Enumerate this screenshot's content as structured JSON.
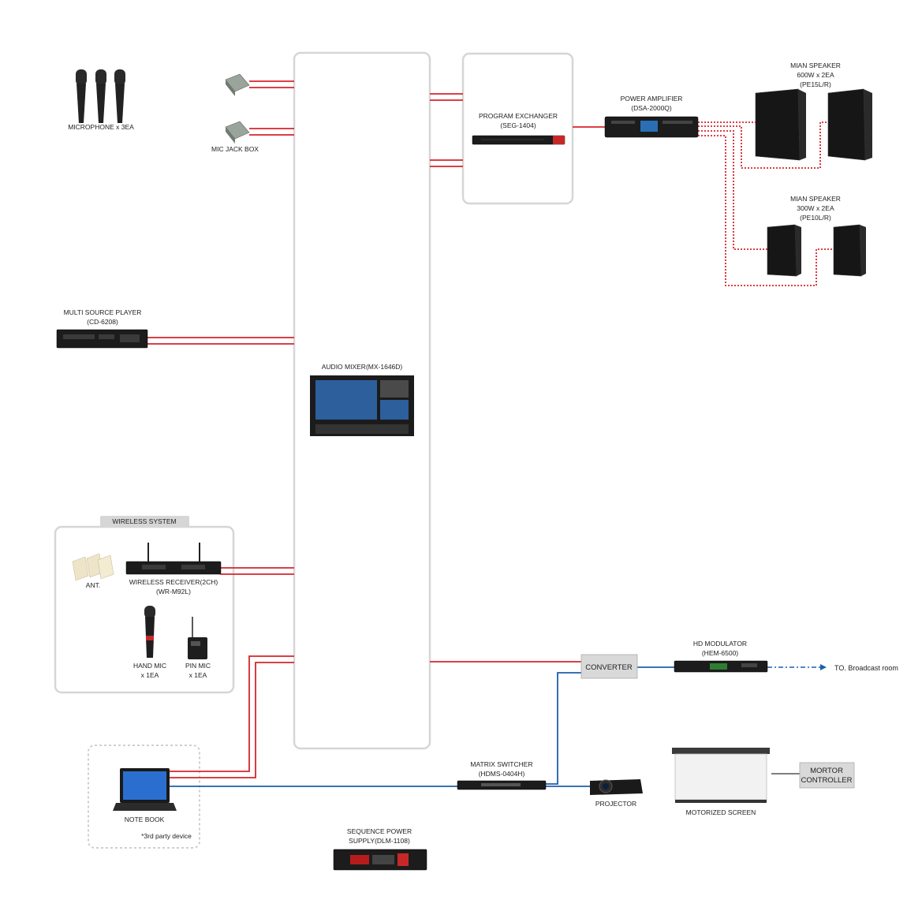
{
  "labels": {
    "microphone": "MICROPHONE x 3EA",
    "mic_jack_box": "MIC JACK BOX",
    "program_exchanger_1": "PROGRAM EXCHANGER",
    "program_exchanger_2": "(SEG-1404)",
    "power_amplifier_1": "POWER AMPLIFIER",
    "power_amplifier_2": "(DSA-2000Q)",
    "main_speaker_600_1": "MIAN SPEAKER",
    "main_speaker_600_2": "600W x 2EA",
    "main_speaker_600_3": "(PE15L/R)",
    "main_speaker_300_1": "MIAN SPEAKER",
    "main_speaker_300_2": "300W x 2EA",
    "main_speaker_300_3": "(PE10L/R)",
    "multi_source_1": "MULTI SOURCE PLAYER",
    "multi_source_2": "(CD-6208)",
    "audio_mixer": "AUDIO MIXER(MX-1646D)",
    "wireless_system": "WIRELESS SYSTEM",
    "antenna": "ANT.",
    "wireless_receiver_1": "WIRELESS RECEIVER(2CH)",
    "wireless_receiver_2": "(WR-M92L)",
    "hand_mic_1": "HAND MIC",
    "hand_mic_2": "x 1EA",
    "pin_mic_1": "PIN MIC",
    "pin_mic_2": "x 1EA",
    "converter": "CONVERTER",
    "hd_modulator_1": "HD MODULATOR",
    "hd_modulator_2": "(HEM-6500)",
    "broadcast": "TO. Broadcast room",
    "matrix_switcher_1": "MATRIX SWITCHER",
    "matrix_switcher_2": "(HDMS-0404H)",
    "projector": "PROJECTOR",
    "motorized_screen": "MOTORIZED SCREEN",
    "motor_controller_1": "MORTOR",
    "motor_controller_2": "CONTROLLER",
    "notebook": "NOTE BOOK",
    "third_party": "*3rd party device",
    "sequence_power_1": "SEQUENCE POWER",
    "sequence_power_2": "SUPPLY(DLM-1108)"
  },
  "colors": {
    "audio_line": "#d7242c",
    "video_line": "#1f5fa8",
    "panel_border": "#d6d6d6"
  }
}
